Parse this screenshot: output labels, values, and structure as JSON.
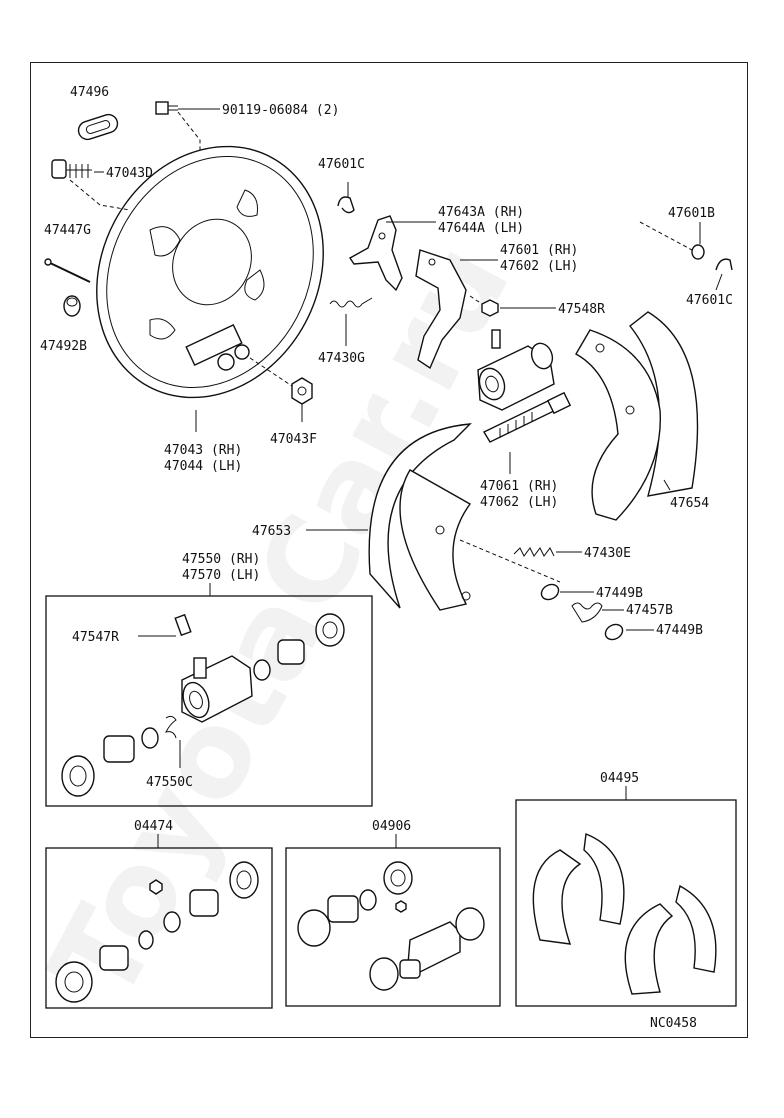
{
  "watermark": "ToyotaCar.ru",
  "diagram_code": "NC0458",
  "labels": {
    "p47496": "47496",
    "p90119": "90119-06084 (2)",
    "p47043D": "47043D",
    "p47447G": "47447G",
    "p47492B": "47492B",
    "p47043": "47043 (RH)",
    "p47044": "47044 (LH)",
    "p47043F": "47043F",
    "p47601C_a": "47601C",
    "p47643A": "47643A (RH)",
    "p47644A": "47644A (LH)",
    "p47601": "47601 (RH)",
    "p47602": "47602 (LH)",
    "p47601B": "47601B",
    "p47601C_b": "47601C",
    "p47548R": "47548R",
    "p47430G": "47430G",
    "p47061": "47061 (RH)",
    "p47062": "47062 (LH)",
    "p47654": "47654",
    "p47653": "47653",
    "p47430E": "47430E",
    "p47449B_a": "47449B",
    "p47457B": "47457B",
    "p47449B_b": "47449B",
    "p47550": "47550 (RH)",
    "p47570": "47570 (LH)",
    "p47547R": "47547R",
    "p47550C": "47550C",
    "kit04474": "04474",
    "kit04906": "04906",
    "kit04495": "04495"
  }
}
